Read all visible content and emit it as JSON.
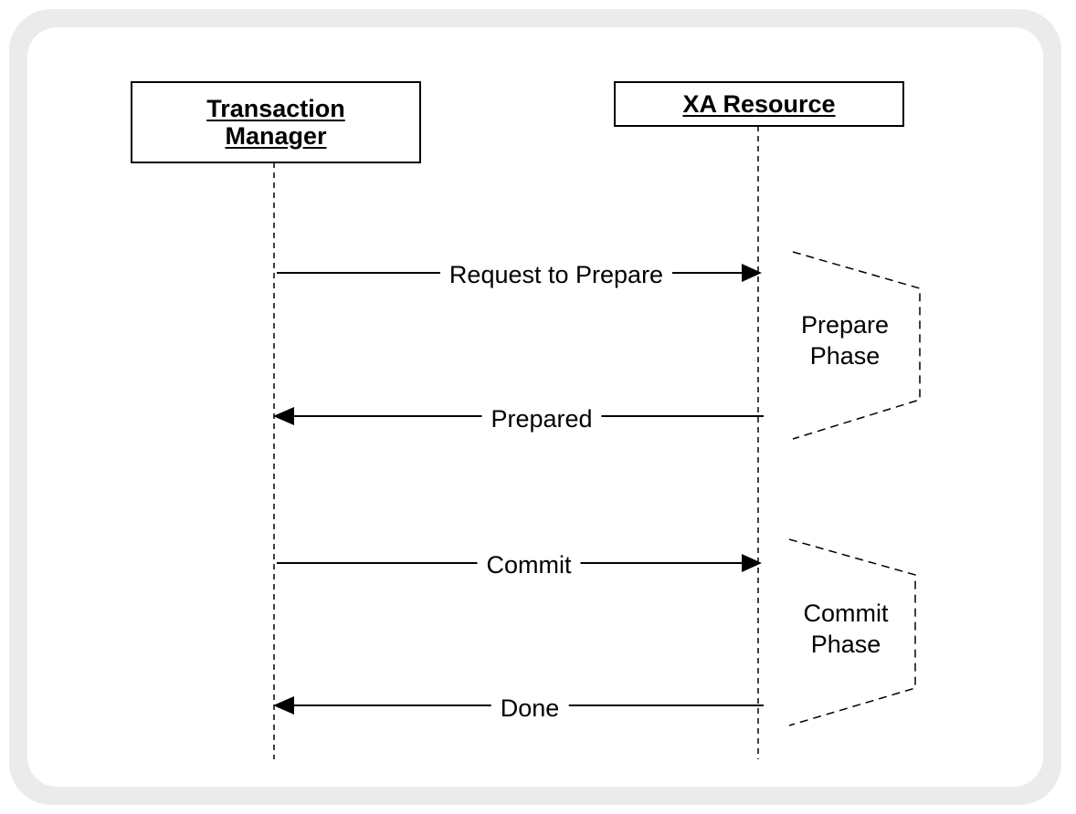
{
  "participants": {
    "transaction_manager": "Transaction \nManager",
    "xa_resource": "XA Resource"
  },
  "messages": {
    "request_to_prepare": "Request to Prepare",
    "prepared": "Prepared",
    "commit": "Commit",
    "done": "Done"
  },
  "phases": {
    "prepare": "Prepare\nPhase",
    "commit": "Commit\nPhase"
  }
}
